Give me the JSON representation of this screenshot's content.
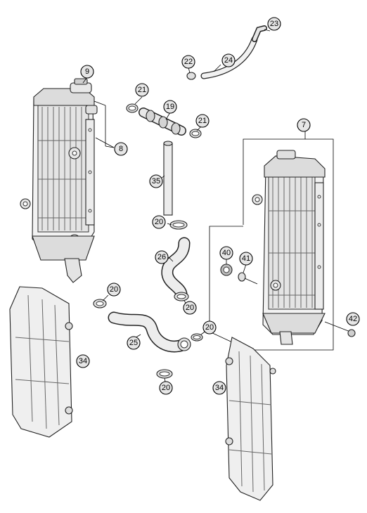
{
  "callouts": {
    "c23": "23",
    "c22": "22",
    "c24": "24",
    "c9": "9",
    "c21a": "21",
    "c19": "19",
    "c21b": "21",
    "c8": "8",
    "c7": "7",
    "c35": "35",
    "c20a": "20",
    "c26": "26",
    "c40": "40",
    "c41": "41",
    "c20b": "20",
    "c20c": "20",
    "c42": "42",
    "c20d": "20",
    "c25": "25",
    "c34a": "34",
    "c20e": "20",
    "c34b": "34"
  },
  "colors": {
    "part_fill": "#f2f2f2",
    "part_shade": "#d9d9d9",
    "callout_fill": "#e6e6e6"
  }
}
